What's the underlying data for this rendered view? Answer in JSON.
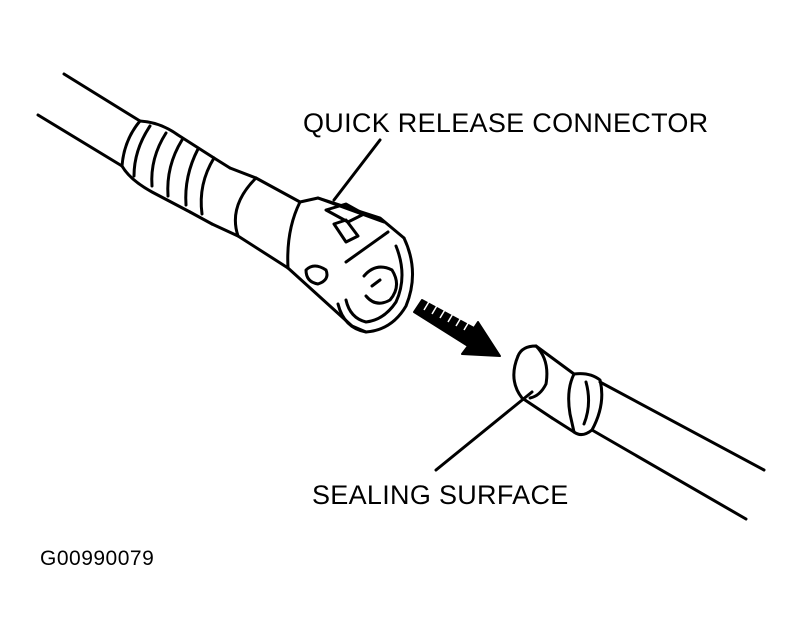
{
  "labels": {
    "connector": "QUICK RELEASE CONNECTOR",
    "sealing": "SEALING SURFACE",
    "figure_id": "G00990079"
  },
  "colors": {
    "ink": "#000000",
    "paper": "#ffffff"
  },
  "icons": {
    "arrow": "direction-arrow-icon"
  }
}
